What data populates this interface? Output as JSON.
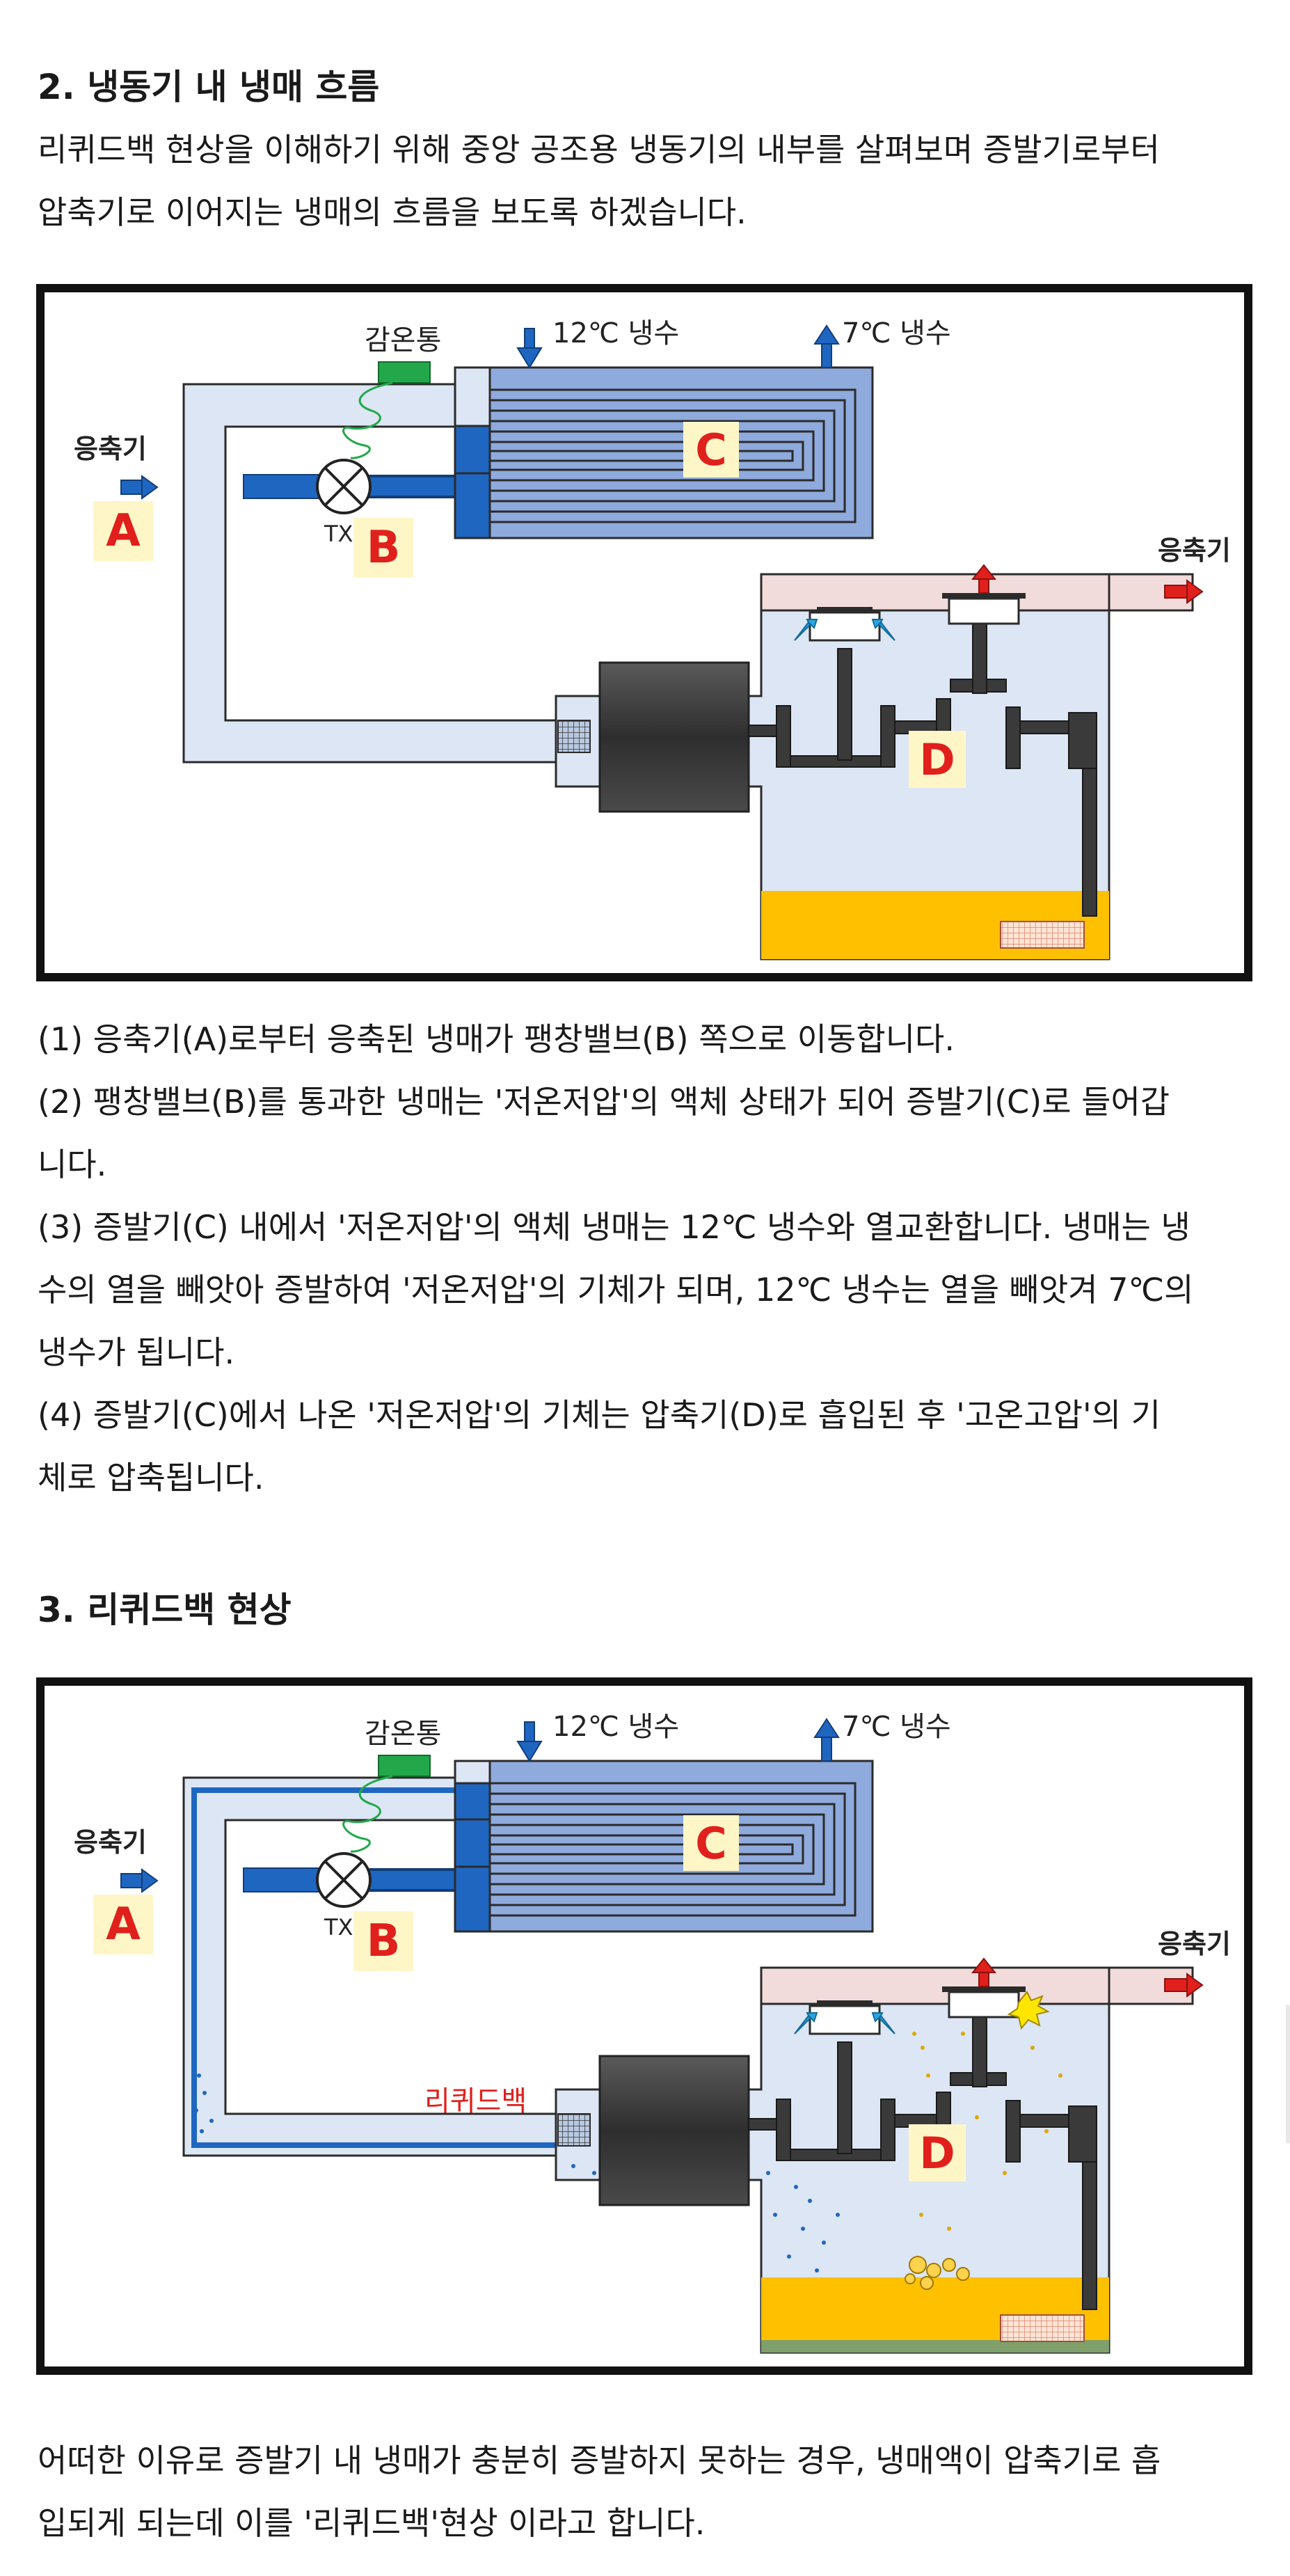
{
  "section2": {
    "heading": "2. 냉동기 내 냉매 흐름",
    "intro": [
      "리퀴드백 현상을 이해하기 위해 중앙 공조용 냉동기의 내부를 살펴보며 증발기로부터",
      "압축기로 이어지는 냉매의 흐름을 보도록 하겠습니다."
    ],
    "steps": [
      "(1) 응축기(A)로부터 응축된 냉매가 팽창밸브(B) 쪽으로 이동합니다.",
      "(2) 팽창밸브(B)를 통과한 냉매는 '저온저압'의 액체 상태가 되어 증발기(C)로 들어갑",
      "니다.",
      "(3) 증발기(C) 내에서 '저온저압'의 액체 냉매는 12℃ 냉수와 열교환합니다. 냉매는 냉",
      "수의 열을 빼앗아 증발하여 '저온저압'의 기체가 되며, 12℃ 냉수는 열을 빼앗겨 7℃의",
      "냉수가 됩니다.",
      "(4) 증발기(C)에서 나온 '저온저압'의 기체는 압축기(D)로 흡입된 후 '고온고압'의 기",
      "체로 압축됩니다."
    ]
  },
  "section3": {
    "heading": "3. 리퀴드백 현상",
    "conclusion": [
      "어떠한 이유로 증발기 내 냉매가 충분히 증발하지 못하는 경우, 냉매액이 압축기로 흡",
      "입되게 되는데 이를 '리퀴드백'현상 이라고 합니다."
    ]
  },
  "diagram": {
    "label_sensor": "감온통",
    "label_cold_in": "12℃ 냉수",
    "label_cold_out": "7℃ 냉수",
    "label_condenser_in": "응축기",
    "label_condenser_out": "응축기",
    "label_txv": "TXV",
    "marker_a": "A",
    "marker_b": "B",
    "marker_c": "C",
    "marker_d": "D",
    "label_liquidback": "리퀴드백"
  },
  "colors": {
    "pipe_fill": "#dce6f4",
    "pipe_stroke": "#2b2b2b",
    "blue": "#1f66c1",
    "evap_coil": "#8faadc",
    "label_bg": "#fff6c8",
    "label_red": "#e0201c",
    "oil": "#ffc000",
    "manifold": "#f2dcdb",
    "sensor": "#22a84a"
  }
}
